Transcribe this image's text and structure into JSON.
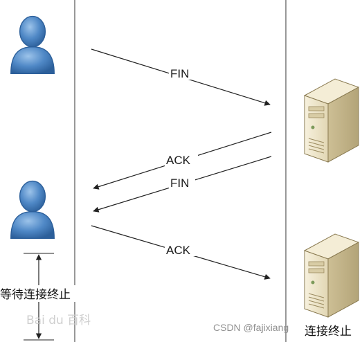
{
  "messages": {
    "fin_client": "FIN",
    "ack_server": "ACK",
    "fin_server": "FIN",
    "ack_client": "ACK"
  },
  "labels": {
    "wait_to_close": "等待连接终止",
    "connection_closed": "连接终止"
  },
  "watermarks": {
    "baidu": "Bai du 百科",
    "csdn": "CSDN @fajixiang"
  },
  "icons": {
    "client": "user-icon",
    "server": "server-icon"
  },
  "colors": {
    "user_body": "#4f88c6",
    "server_body": "#efe6cc",
    "lifeline": "#555555"
  }
}
